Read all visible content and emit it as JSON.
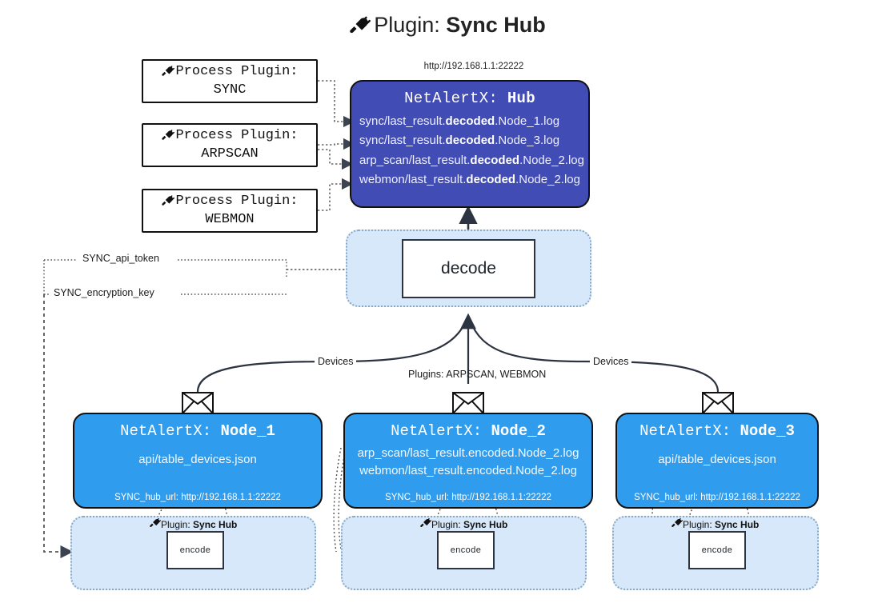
{
  "title": {
    "icon": "plug-icon",
    "prefix": "Plugin: ",
    "name": "Sync Hub"
  },
  "hub": {
    "url": "http://192.168.1.1:22222",
    "title_prefix": "NetAlertX: ",
    "title_name": "Hub",
    "logs": [
      {
        "pre": "sync/last_result.",
        "em": "decoded",
        "post": ".Node_1.log"
      },
      {
        "pre": "sync/last_result.",
        "em": "decoded",
        "post": ".Node_3.log"
      },
      {
        "pre": "arp_scan/last_result.",
        "em": "decoded",
        "post": ".Node_2.log"
      },
      {
        "pre": "webmon/last_result.",
        "em": "decoded",
        "post": ".Node_2.log"
      }
    ],
    "color": "#414cb4"
  },
  "process_plugins": [
    {
      "icon": "plug-icon",
      "line1": "Process Plugin:",
      "line2": "SYNC"
    },
    {
      "icon": "plug-icon",
      "line1": "Process Plugin:",
      "line2": "ARPSCAN"
    },
    {
      "icon": "plug-icon",
      "line1": "Process Plugin:",
      "line2": "WEBMON"
    }
  ],
  "decode": {
    "label": "decode",
    "panel_color": "#d7e8fa"
  },
  "secrets": [
    {
      "label": "SYNC_api_token"
    },
    {
      "label": "SYNC_encryption_key"
    }
  ],
  "edges": [
    {
      "label": "Devices"
    },
    {
      "label": "Plugins: ARPSCAN, WEBMON"
    },
    {
      "label": "Devices"
    }
  ],
  "nodes": [
    {
      "title_prefix": "NetAlertX: ",
      "title_name": "Node_1",
      "lines": [
        "api/table_devices.json"
      ],
      "footer": "SYNC_hub_url: http://192.168.1.1:22222",
      "color": "#2f9ced"
    },
    {
      "title_prefix": "NetAlertX: ",
      "title_name": "Node_2",
      "lines": [
        "arp_scan/last_result.encoded.Node_2.log",
        "webmon/last_result.encoded.Node_2.log"
      ],
      "footer": "SYNC_hub_url: http://192.168.1.1:22222",
      "color": "#2f9ced"
    },
    {
      "title_prefix": "NetAlertX: ",
      "title_name": "Node_3",
      "lines": [
        "api/table_devices.json"
      ],
      "footer": "SYNC_hub_url: http://192.168.1.1:22222",
      "color": "#2f9ced"
    }
  ],
  "encoders": [
    {
      "plugin_prefix": "Plugin: ",
      "plugin_name": "Sync Hub",
      "label": "encode",
      "icon": "plug-icon"
    },
    {
      "plugin_prefix": "Plugin: ",
      "plugin_name": "Sync Hub",
      "label": "encode",
      "icon": "plug-icon"
    },
    {
      "plugin_prefix": "Plugin: ",
      "plugin_name": "Sync Hub",
      "label": "encode",
      "icon": "plug-icon"
    }
  ],
  "icons": {
    "envelope": "envelope-icon",
    "plug": "plug-icon"
  }
}
